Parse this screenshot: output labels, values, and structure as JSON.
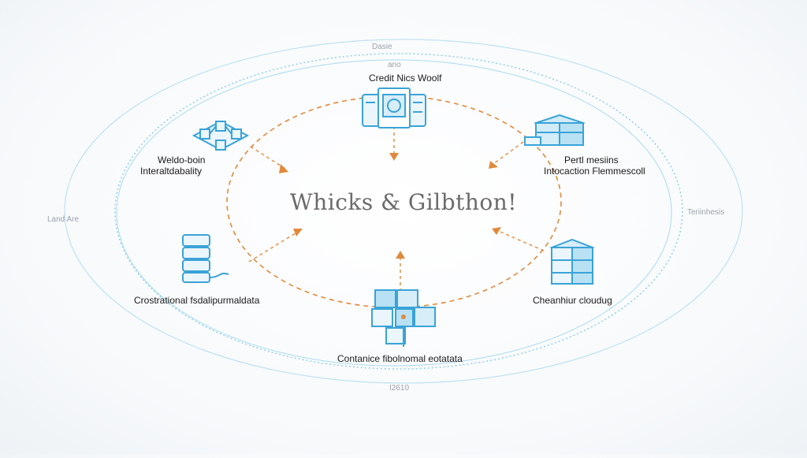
{
  "diagram": {
    "center_title": "Whicks & Gilbthon!",
    "outer_labels": {
      "top_small": "Dasie",
      "left": "Land Are",
      "right": "Teriinhesis",
      "bottom": "I2610"
    },
    "nodes": [
      {
        "id": "top",
        "icon": "document-screen-icon",
        "lines": [
          "ano",
          "Credit Nics Woolf"
        ]
      },
      {
        "id": "top-left",
        "icon": "network-nodes-icon",
        "lines": [
          "Weldo-boin",
          "Interaltdabality"
        ]
      },
      {
        "id": "top-right",
        "icon": "stacked-server-icon",
        "lines": [
          "Pertl mesiins",
          "Intocaction Flemmescoll"
        ]
      },
      {
        "id": "bottom-left",
        "icon": "database-stack-icon",
        "lines": [
          "Crostrational fsdalipurmaldata"
        ]
      },
      {
        "id": "bottom-right",
        "icon": "cube-storage-icon",
        "lines": [
          "Cheanhiur cloudug"
        ]
      },
      {
        "id": "bottom",
        "icon": "container-blocks-icon",
        "lines": [
          "Contanice fibolnomal eotatata"
        ]
      }
    ],
    "colors": {
      "accent_blue": "#3aa3d8",
      "ring_blue": "#8fd0ec",
      "arrow_orange": "#e08a3c",
      "text": "#1a1a1a"
    }
  }
}
